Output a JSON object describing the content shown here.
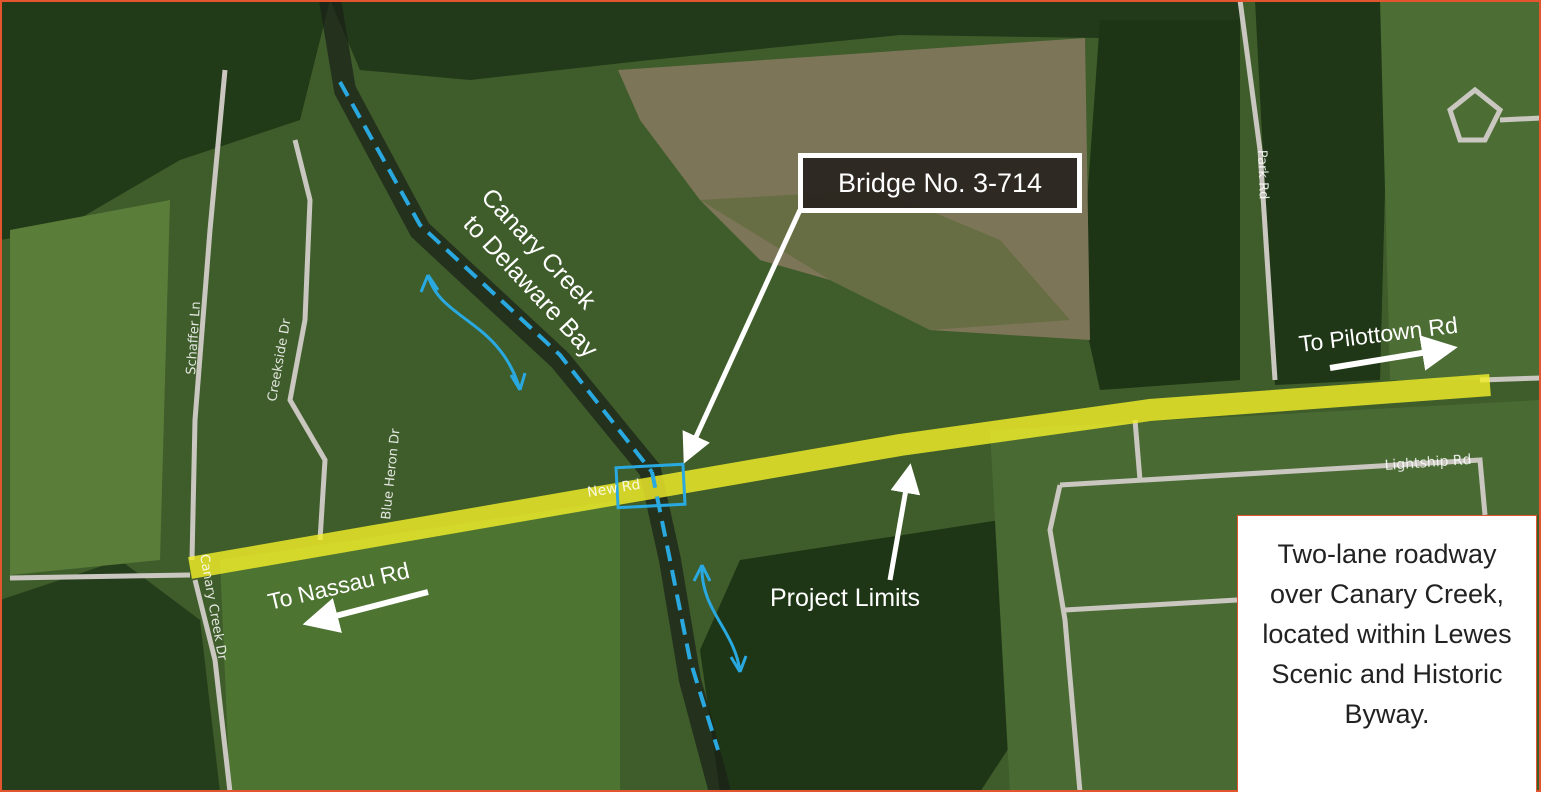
{
  "map": {
    "frame_color": "#e2552e",
    "highlight_color": "#f2ee2a",
    "waterway_color": "#29a9e0",
    "callout_color": "#ffffff"
  },
  "labels": {
    "bridge": "Bridge No. 3-714",
    "waterway_line1": "Canary Creek",
    "waterway_line2": "to Delaware Bay",
    "to_pilottown": "To Pilottown Rd",
    "to_nassau": "To Nassau Rd",
    "project_limits": "Project Limits"
  },
  "road_labels": {
    "new_rd": "New Rd",
    "park_rd": "Park Rd",
    "lightship_rd": "Lightship Rd",
    "schaffer_ln": "Schaffer Ln",
    "creekside_dr": "Creekside Dr",
    "blue_heron_dr": "Blue Heron Dr",
    "canary_creek_dr": "Canary Creek Dr"
  },
  "description": "Two-lane roadway over Canary Creek, located within Lewes Scenic and Historic Byway."
}
